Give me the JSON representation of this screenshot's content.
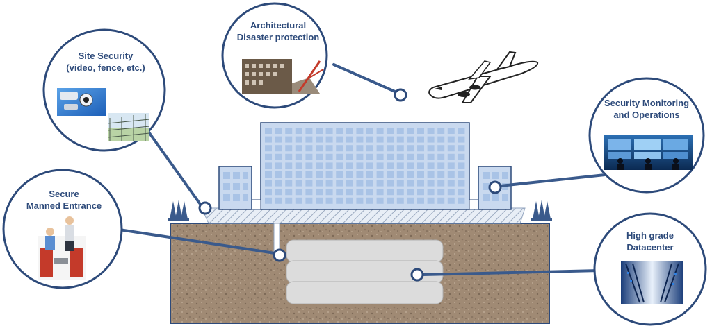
{
  "callouts": {
    "architectural": {
      "line1": "Architectural",
      "line2": "Disaster protection"
    },
    "site_security": {
      "line1": "Site Security",
      "line2": "(video, fence, etc.)"
    },
    "monitoring": {
      "line1": "Security Monitoring",
      "line2": "and Operations"
    },
    "entrance": {
      "line1": "Secure",
      "line2": "Manned Entrance"
    },
    "datacenter": {
      "line1": "High grade",
      "line2": "Datacenter"
    }
  },
  "colors": {
    "ring": "#2d4a7a",
    "connector": "#3a5a8c",
    "building": "#c9d9ef",
    "window": "#a9c3e6",
    "ground": "#a08a74",
    "vault": "#dcdcdc"
  },
  "icons": [
    "airplane-icon",
    "security-camera-icon",
    "fence-icon",
    "crane-icon",
    "server-rack-icon",
    "operator-icon"
  ]
}
